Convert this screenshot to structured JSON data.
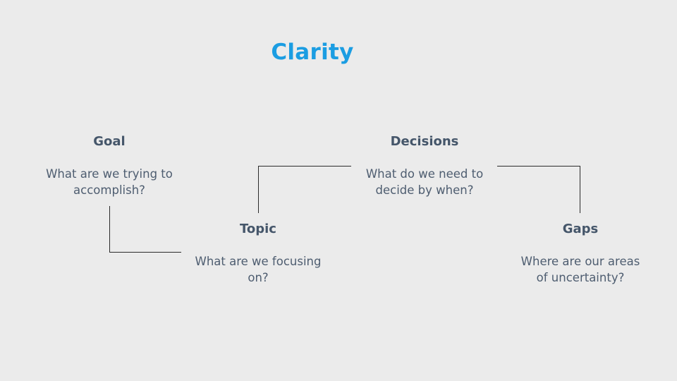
{
  "title": "Clarity",
  "nodes": {
    "goal": {
      "heading": "Goal",
      "desc_lines": [
        "What are we trying to",
        "accomplish?"
      ]
    },
    "decisions": {
      "heading": "Decisions",
      "desc_lines": [
        "What do we need to",
        "decide by when?"
      ]
    },
    "topic": {
      "heading": "Topic",
      "desc_lines": [
        "What are we focusing",
        "on?"
      ]
    },
    "gaps": {
      "heading": "Gaps",
      "desc_lines": [
        "Where are our areas",
        "of uncertainty?"
      ]
    }
  },
  "colors": {
    "background": "#ebebeb",
    "title": "#1b9de2",
    "text": "#4a5a6e",
    "connector": "#2b2b2b"
  }
}
